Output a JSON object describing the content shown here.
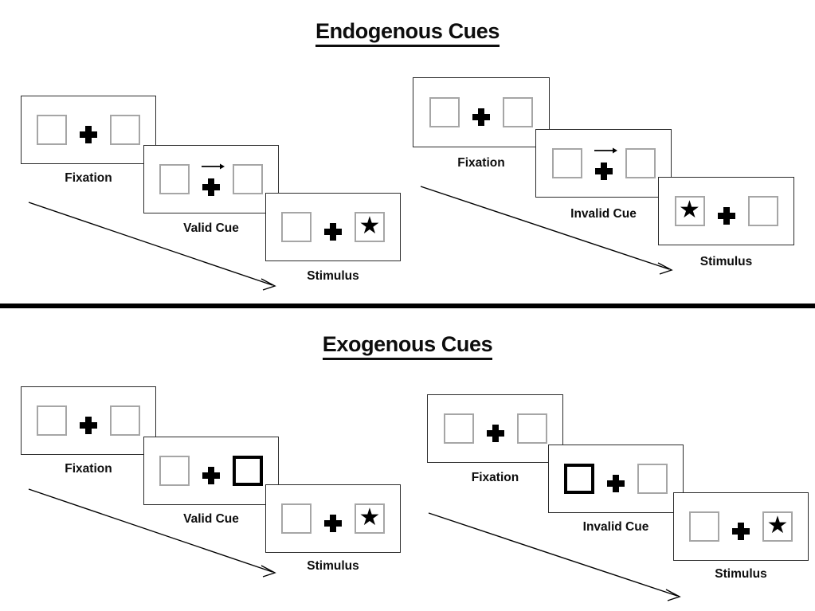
{
  "figure": {
    "title_top": "Endogenous Cues",
    "title_bottom": "Exogenous Cues",
    "divider_color": "#000000",
    "box_border_color": "#a6a6a6",
    "cued_box_border_color": "#000000",
    "panel_border_color": "#2b2b2b",
    "star_glyph": "★",
    "cross_glyph": "✚",
    "arrow_glyph": "→"
  },
  "sections": [
    {
      "id": "endogenous",
      "title": "Endogenous Cues",
      "sequences": [
        {
          "id": "endogenous-valid",
          "panels": [
            {
              "label": "Fixation",
              "left_box": {
                "cued": false,
                "star": false
              },
              "right_box": {
                "cued": false,
                "star": false
              },
              "cue_arrow": false
            },
            {
              "label": "Valid Cue",
              "left_box": {
                "cued": false,
                "star": false
              },
              "right_box": {
                "cued": false,
                "star": false
              },
              "cue_arrow": true,
              "cue_arrow_direction": "right"
            },
            {
              "label": "Stimulus",
              "left_box": {
                "cued": false,
                "star": false
              },
              "right_box": {
                "cued": false,
                "star": true
              },
              "cue_arrow": false
            }
          ]
        },
        {
          "id": "endogenous-invalid",
          "panels": [
            {
              "label": "Fixation",
              "left_box": {
                "cued": false,
                "star": false
              },
              "right_box": {
                "cued": false,
                "star": false
              },
              "cue_arrow": false
            },
            {
              "label": "Invalid Cue",
              "left_box": {
                "cued": false,
                "star": false
              },
              "right_box": {
                "cued": false,
                "star": false
              },
              "cue_arrow": true,
              "cue_arrow_direction": "right"
            },
            {
              "label": "Stimulus",
              "left_box": {
                "cued": false,
                "star": true
              },
              "right_box": {
                "cued": false,
                "star": false
              },
              "cue_arrow": false
            }
          ]
        }
      ]
    },
    {
      "id": "exogenous",
      "title": "Exogenous Cues",
      "sequences": [
        {
          "id": "exogenous-valid",
          "panels": [
            {
              "label": "Fixation",
              "left_box": {
                "cued": false,
                "star": false
              },
              "right_box": {
                "cued": false,
                "star": false
              },
              "cue_arrow": false
            },
            {
              "label": "Valid Cue",
              "left_box": {
                "cued": false,
                "star": false
              },
              "right_box": {
                "cued": true,
                "star": false
              },
              "cue_arrow": false
            },
            {
              "label": "Stimulus",
              "left_box": {
                "cued": false,
                "star": false
              },
              "right_box": {
                "cued": false,
                "star": true
              },
              "cue_arrow": false
            }
          ]
        },
        {
          "id": "exogenous-invalid",
          "panels": [
            {
              "label": "Fixation",
              "left_box": {
                "cued": false,
                "star": false
              },
              "right_box": {
                "cued": false,
                "star": false
              },
              "cue_arrow": false
            },
            {
              "label": "Invalid Cue",
              "left_box": {
                "cued": true,
                "star": false
              },
              "right_box": {
                "cued": false,
                "star": false
              },
              "cue_arrow": false
            },
            {
              "label": "Stimulus",
              "left_box": {
                "cued": false,
                "star": false
              },
              "right_box": {
                "cued": false,
                "star": true
              },
              "cue_arrow": false
            }
          ]
        }
      ]
    }
  ],
  "labels": {
    "endo_valid_fixation": "Fixation",
    "endo_valid_cue": "Valid Cue",
    "endo_valid_stimulus": "Stimulus",
    "endo_invalid_fixation": "Fixation",
    "endo_invalid_cue": "Invalid Cue",
    "endo_invalid_stimulus": "Stimulus",
    "exo_valid_fixation": "Fixation",
    "exo_valid_cue": "Valid Cue",
    "exo_valid_stimulus": "Stimulus",
    "exo_invalid_fixation": "Fixation",
    "exo_invalid_cue": "Invalid Cue",
    "exo_invalid_stimulus": "Stimulus"
  }
}
